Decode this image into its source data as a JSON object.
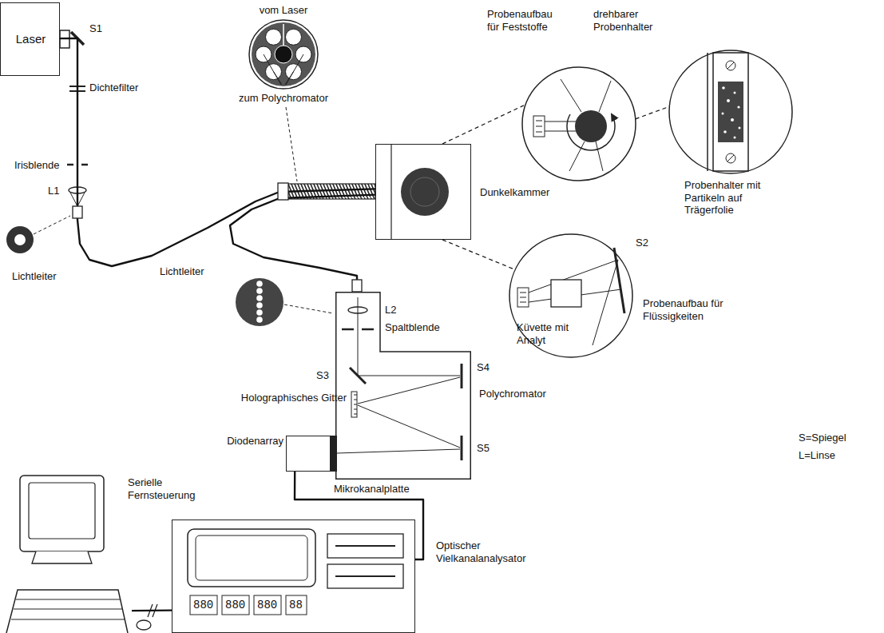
{
  "diagram": {
    "nodes": [
      {
        "text": [
          "Laser"
        ]
      },
      {
        "text": [
          "vom Laser",
          "zum Polychromator"
        ]
      },
      {
        "text": [
          "Probenaufbau für Feststoffe",
          "drehbarer Probenhalter"
        ]
      },
      {
        "text": [
          "Probenhalter mit Partikeln auf Trägerfolie"
        ]
      },
      {
        "text": [
          "Dunkelkammer"
        ]
      },
      {
        "text": [
          "Küvette mit Analyt",
          "Probenaufbau für Flüssigkeiten"
        ]
      },
      {
        "text": [
          "Polychromator"
        ]
      },
      {
        "text": [
          "Diodenarray"
        ]
      },
      {
        "text": [
          "Serielle Fernsteuerung"
        ]
      },
      {
        "text": [
          "Optischer Vielkanalanalysator"
        ]
      }
    ],
    "edges": [
      {
        "from": 0,
        "to": 4,
        "arrow": "none"
      },
      {
        "from": 4,
        "to": 6,
        "arrow": "none"
      },
      {
        "from": 7,
        "to": 9,
        "arrow": "none"
      },
      {
        "from": 9,
        "to": 8,
        "arrow": "none"
      },
      {
        "from": 4,
        "to": 2,
        "arrow": "none"
      },
      {
        "from": 2,
        "to": 3,
        "arrow": "none"
      },
      {
        "from": 4,
        "to": 5,
        "arrow": "none"
      }
    ],
    "labels": [
      "S1",
      "Dichtefilter",
      "Irisblende",
      "L1",
      "Lichtleiter",
      "Lichtleiter",
      "S2",
      "L2",
      "Spaltblende",
      "S3",
      "S4",
      "Holographisches Gitter",
      "S5",
      "Mikrokanalplatte",
      "S=Spiegel",
      "L=Linse",
      "880",
      "880",
      "880",
      "88"
    ]
  }
}
